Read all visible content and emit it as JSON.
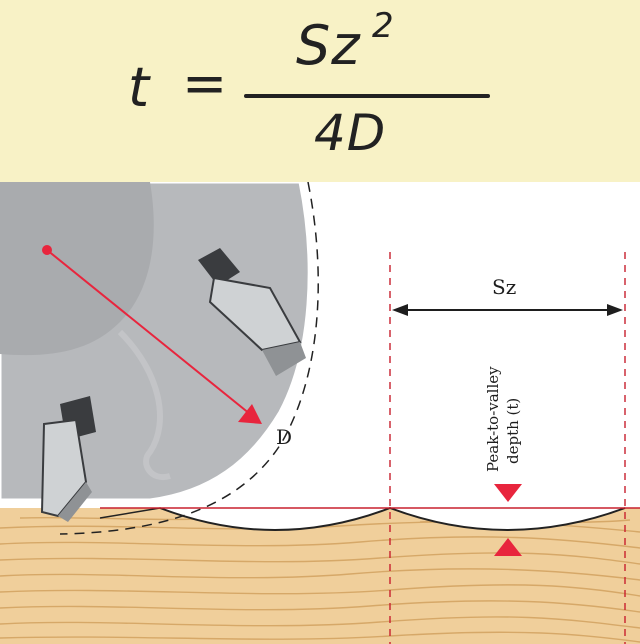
{
  "formula": {
    "lhs": "t",
    "equals": "=",
    "numerator": "Sz",
    "exponent": "2",
    "denominator": "4D"
  },
  "labels": {
    "sz": "Sz",
    "diameter": "D",
    "depth_line1": "Peak-to-valley",
    "depth_line2": "depth (t)"
  },
  "colors": {
    "formula_background": "#f8f2c6",
    "cutter_body": "#b7b9bc",
    "hub": "#a9abae",
    "knife": "#cfd2d4",
    "knife_shadow": "#3a3c3f",
    "wood": "#f0cf9b",
    "wood_grain": "#d6a868",
    "accent_red": "#e8253d",
    "guide_dashed": "#c8202e"
  }
}
